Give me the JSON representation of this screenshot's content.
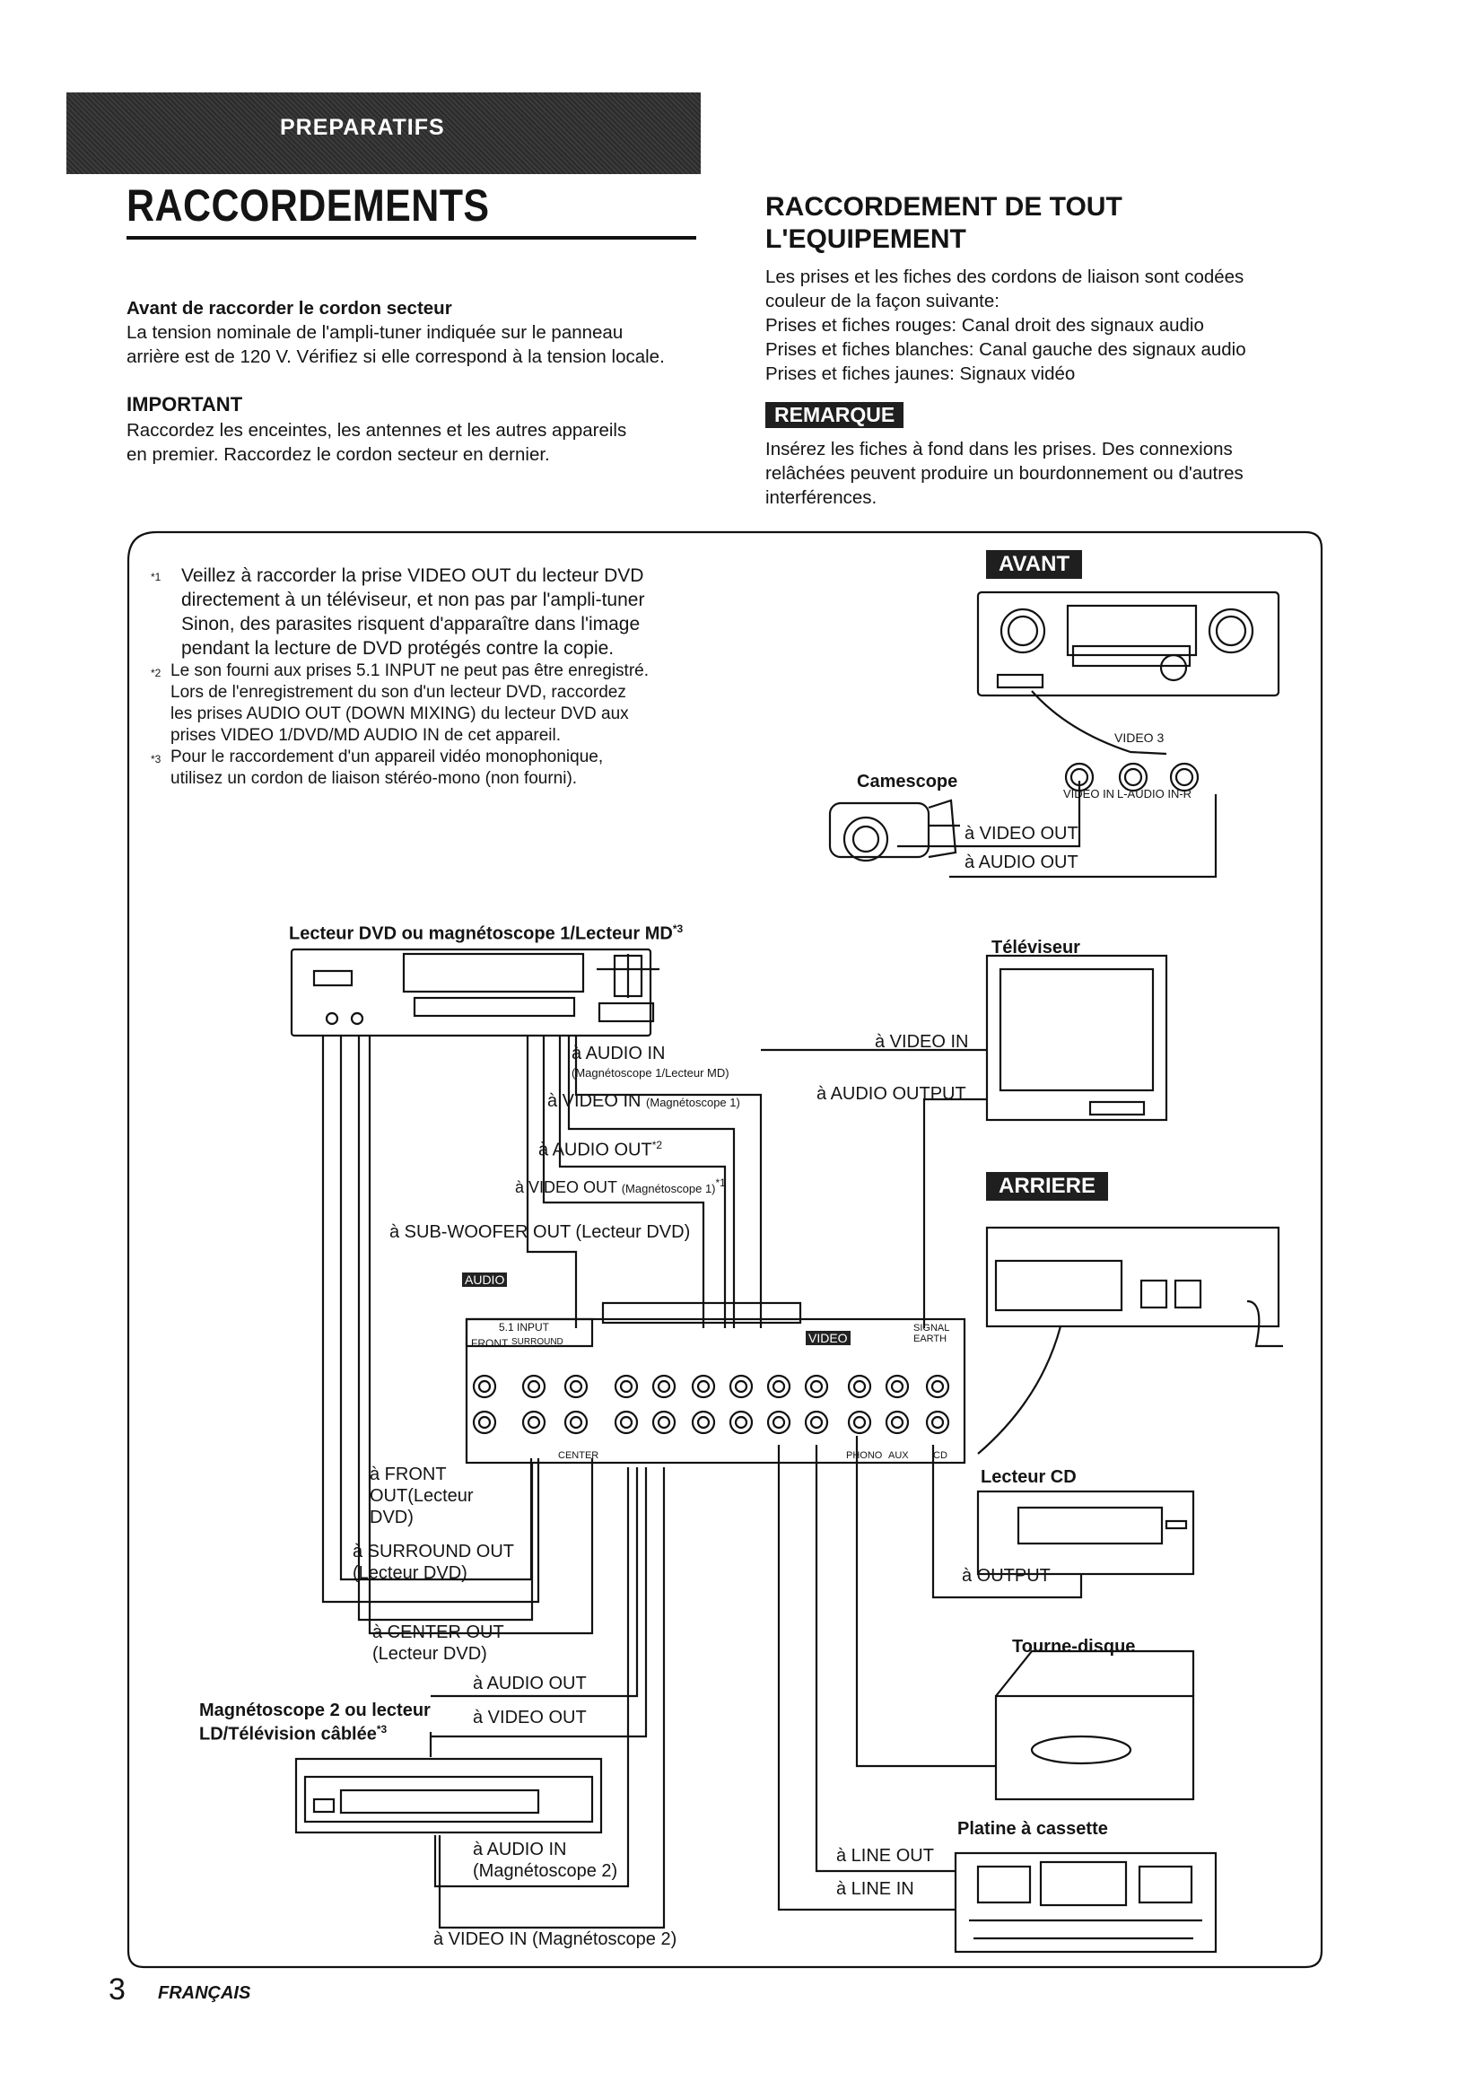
{
  "header": {
    "section": "PREPARATIFS",
    "title": "RACCORDEMENTS"
  },
  "left": {
    "sub1_title": "Avant de raccorder le cordon secteur",
    "sub1_lines": [
      "La tension nominale de l'ampli-tuner indiquée sur le panneau",
      "arrière est de 120 V. Vérifiez si elle correspond à la tension locale."
    ],
    "sub2_title": "IMPORTANT",
    "sub2_lines": [
      "Raccordez les enceintes, les antennes et les autres appareils",
      "en premier. Raccordez le cordon secteur en dernier."
    ]
  },
  "right": {
    "title_line1": "RACCORDEMENT DE TOUT",
    "title_line2": "L'EQUIPEMENT",
    "lines": [
      "Les prises et les fiches des cordons de liaison sont codées",
      "couleur de la façon suivante:",
      "Prises et fiches rouges: Canal droit des signaux audio",
      "Prises et fiches blanches: Canal gauche des signaux audio",
      "Prises et fiches jaunes: Signaux vidéo"
    ],
    "note_tag": "REMARQUE",
    "note_lines": [
      "Insérez les fiches à fond dans les prises. Des connexions",
      "relâchées peuvent produire un bourdonnement ou d'autres",
      "interférences."
    ]
  },
  "footnotes": [
    {
      "mark": "*1",
      "lines": [
        "Veillez à raccorder la prise VIDEO OUT du lecteur DVD",
        "directement à un téléviseur, et non pas par l'ampli-tuner",
        "Sinon, des parasites risquent d'apparaître dans l'image",
        "pendant la lecture de DVD protégés contre la copie."
      ]
    },
    {
      "mark": "*2",
      "lines": [
        "Le son fourni aux prises 5.1 INPUT ne peut pas être enregistré.",
        "Lors de l'enregistrement du son d'un lecteur DVD, raccordez",
        "les prises AUDIO OUT (DOWN MIXING) du lecteur DVD aux",
        "prises VIDEO 1/DVD/MD AUDIO IN de cet appareil."
      ]
    },
    {
      "mark": "*3",
      "lines": [
        "Pour le raccordement d'un appareil vidéo monophonique,",
        "utilisez un cordon de liaison stéréo-mono (non fourni)."
      ]
    }
  ],
  "diagram": {
    "avant": "AVANT",
    "arriere": "ARRIERE",
    "video3": "VIDEO 3",
    "video_in": "VIDEO IN",
    "audio_in_lr": "L-AUDIO IN-R",
    "camescope": "Camescope",
    "cam_video_out": "à VIDEO OUT",
    "cam_audio_out": "à AUDIO OUT",
    "dvd_title": "Lecteur DVD ou magnétoscope 1/Lecteur MD",
    "dvd_title_mark": "*3",
    "televiseur": "Téléviseur",
    "tv_video_in": "à VIDEO IN",
    "tv_audio_output": "à AUDIO OUTPUT",
    "c_audio_in": "à AUDIO IN",
    "c_audio_in_sub": "(Magnétoscope 1/Lecteur MD)",
    "c_video_in": "à VIDEO IN",
    "c_video_in_sub": "(Magnétoscope 1)",
    "c_audio_out": "à AUDIO OUT",
    "c_audio_out_mark": "*2",
    "c_video_out": "à VIDEO OUT",
    "c_video_out_sub": "(Magnétoscope 1)",
    "c_video_out_mark": "*1",
    "c_sub_woofer": "à SUB-WOOFER OUT (Lecteur DVD)",
    "panel_audio": "AUDIO",
    "panel_51": "5.1 INPUT",
    "panel_front": "FRONT",
    "panel_surround": "SURROUND",
    "panel_center": "CENTER",
    "panel_video": "VIDEO",
    "panel_signal_earth": "SIGNAL EARTH",
    "panel_phono": "PHONO",
    "panel_aux": "AUX",
    "panel_cd": "CD",
    "c_front_out": [
      "à FRONT",
      "OUT(Lecteur",
      "DVD)"
    ],
    "c_surround_out": [
      "à SURROUND OUT",
      "(Lecteur DVD)"
    ],
    "c_center_out": [
      "à CENTER OUT",
      "(Lecteur DVD)"
    ],
    "vcr2_title": [
      "Magnétoscope 2 ou lecteur",
      "LD/Télévision câblée"
    ],
    "vcr2_mark": "*3",
    "vcr2_audio_out": "à AUDIO OUT",
    "vcr2_video_out": "à VIDEO OUT",
    "vcr2_audio_in": [
      "à AUDIO IN",
      "(Magnétoscope 2)"
    ],
    "vcr2_video_in": "à VIDEO IN (Magnétoscope 2)",
    "cd_title": "Lecteur CD",
    "cd_output": "à OUTPUT",
    "turntable": "Tourne-disque",
    "cassette": "Platine à cassette",
    "line_out": "à LINE OUT",
    "line_in": "à LINE IN"
  },
  "footer": {
    "page": "3",
    "lang": "FRANÇAIS"
  }
}
